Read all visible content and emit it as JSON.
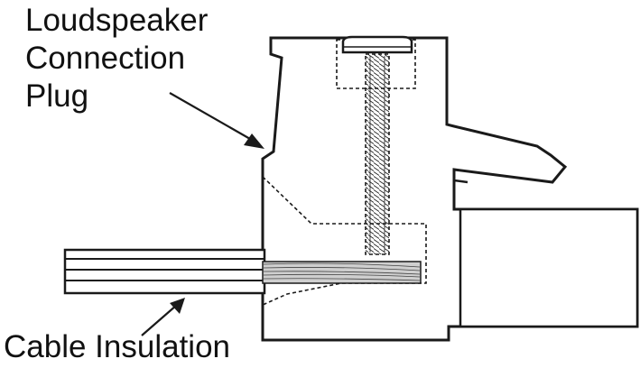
{
  "labels": {
    "plug_lines": [
      "Loudspeaker",
      "Connection",
      "Plug"
    ],
    "cable": "Cable Insulation"
  },
  "colors": {
    "stroke": "#1a1a1a",
    "background": "#ffffff"
  }
}
